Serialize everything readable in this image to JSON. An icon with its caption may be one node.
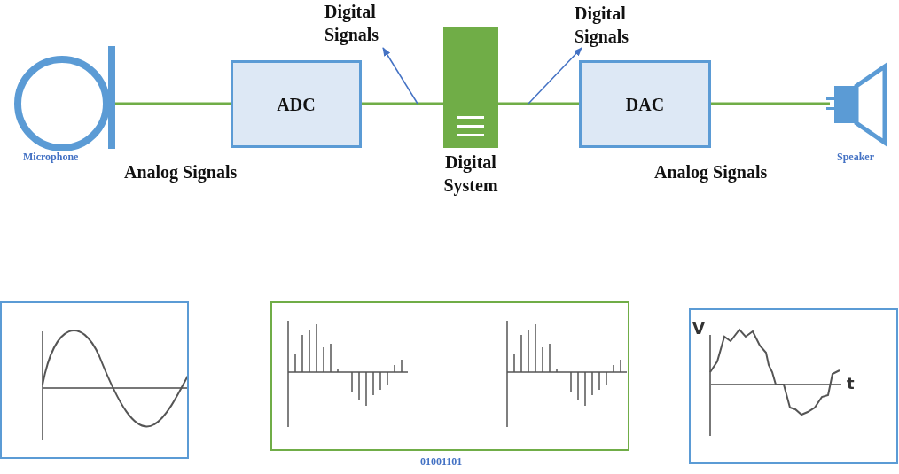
{
  "diagram": {
    "nodes": [
      {
        "text": [
          "Microphone"
        ]
      },
      {
        "text": [
          "ADC"
        ]
      },
      {
        "text": [
          "Digital System"
        ]
      },
      {
        "text": [
          "DAC"
        ]
      },
      {
        "text": [
          "Speaker"
        ]
      },
      {
        "text": [
          "Digital Signals"
        ]
      },
      {
        "text": [
          "Digital Signals"
        ]
      },
      {
        "text": [],
        "shape": "picture"
      },
      {
        "text": [
          "01001101"
        ]
      },
      {
        "text": [
          "V",
          "t"
        ]
      }
    ],
    "edges": [
      {
        "from": 0,
        "to": 1,
        "arrow": "none"
      },
      {
        "from": 1,
        "to": 2,
        "arrow": "none"
      },
      {
        "from": 2,
        "to": 3,
        "arrow": "none"
      },
      {
        "from": 3,
        "to": 4,
        "arrow": "none"
      },
      {
        "from": null,
        "to": 5,
        "arrow": "to",
        "color": "#4472c4"
      },
      {
        "from": null,
        "to": 6,
        "arrow": "to",
        "color": "#4472c4"
      }
    ],
    "labels": [
      "Analog Signals",
      "Analog Signals"
    ]
  }
}
